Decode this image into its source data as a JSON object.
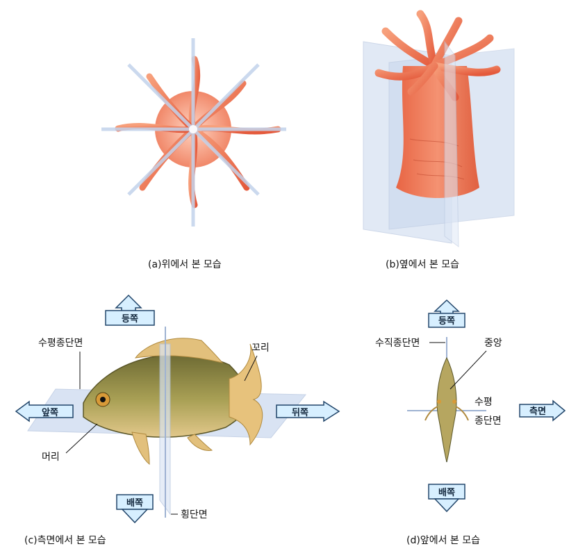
{
  "captions": {
    "a": "(a)위에서 본 모습",
    "b": "(b)옆에서 본 모습",
    "c": "(c)측면에서 본 모습",
    "d": "(d)앞에서 본 모습"
  },
  "fish_side": {
    "dorsal": "등쪽",
    "ventral": "배쪽",
    "anterior": "앞쪽",
    "posterior": "뒤쪽",
    "horizontal_plane": "수평종단면",
    "tail": "꼬리",
    "head": "머리",
    "cross_section": "횡단면"
  },
  "fish_front": {
    "dorsal": "등쪽",
    "ventral": "배쪽",
    "lateral": "측면",
    "vertical_plane": "수직종단면",
    "center": "중앙",
    "horizontal_line1": "수평",
    "horizontal_line2": "종단면"
  },
  "colors": {
    "plane": "#c9d8ee",
    "anemone": "#f0845e",
    "arrow_fill": "#d7efff",
    "fish_body": "#8a8a45"
  }
}
